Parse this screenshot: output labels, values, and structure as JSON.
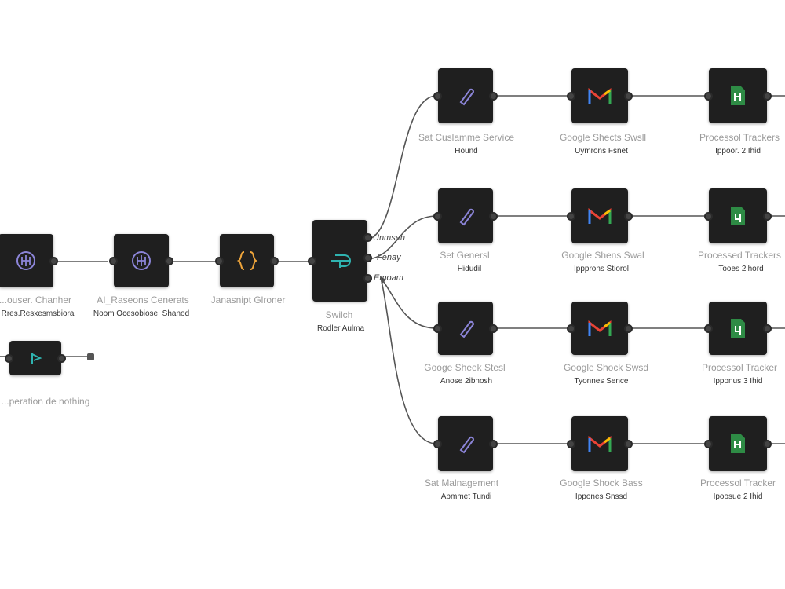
{
  "nodes": {
    "chat": {
      "title": "...ouser. Chanher",
      "subtitle": "Rres.Resxesmsbiora"
    },
    "ai_generate": {
      "title": "AI_Raseons Cenerats",
      "subtitle": "Noom Ocesobiose: Shanod"
    },
    "js": {
      "title": "Janasnipt Glroner",
      "subtitle": ""
    },
    "switch": {
      "title": "Swilch",
      "subtitle": "Rodler Aulma"
    },
    "noop": {
      "title": "...peration  de nothing",
      "subtitle": ""
    },
    "set1": {
      "title": "Sat Cuslamme Service",
      "subtitle": "Hound"
    },
    "set2": {
      "title": "Set Genersl",
      "subtitle": "Hidudil"
    },
    "set3": {
      "title": "Googe Sheek Stesl",
      "subtitle": "Anose 2ibnosh"
    },
    "set4": {
      "title": "Sat Malnagement",
      "subtitle": "Apmmet Tundi"
    },
    "gmail1": {
      "title": "Google Shects Swsll",
      "subtitle": "Uymrons Fsnet"
    },
    "gmail2": {
      "title": "Google Shens Swal",
      "subtitle": "Ippprons Stiorol"
    },
    "gmail3": {
      "title": "Google Shock Swsd",
      "subtitle": "Tyonnes Sence"
    },
    "gmail4": {
      "title": "Google Shock Bass",
      "subtitle": "Ippones Snssd"
    },
    "sheet1": {
      "title": "Processol Trackers",
      "subtitle": "Ippoor. 2 Ihid"
    },
    "sheet2": {
      "title": "Processed Trackers",
      "subtitle": "Tooes 2ihord"
    },
    "sheet3": {
      "title": "Processol  Tracker",
      "subtitle": "Ipponus 3 Ihid"
    },
    "sheet4": {
      "title": "Processol  Tracker",
      "subtitle": "Ipoosue 2 Ihid"
    }
  },
  "switch_outputs": [
    "Unmsen",
    "Fenay",
    "Emoam"
  ],
  "icons": {
    "chat": "brain-icon",
    "ai_generate": "brain-icon",
    "js": "code-braces-icon",
    "switch": "switch-icon",
    "noop": "arrow-icon",
    "set": "pen-icon",
    "gmail": "gmail-icon",
    "sheet": "sheets-icon"
  },
  "colors": {
    "node_bg": "#1f1f1f",
    "edge": "#555555",
    "brain": "#8b84d7",
    "js": "#f0a63b",
    "switch": "#2fb3b0",
    "noop": "#2fb3b0",
    "set": "#8b84d7",
    "sheets": "#2e8b45"
  }
}
